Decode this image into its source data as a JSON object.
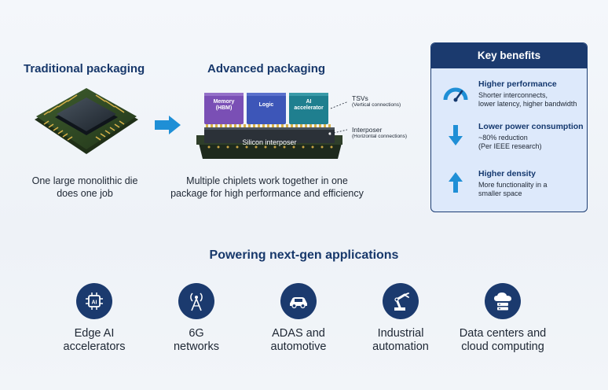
{
  "traditional": {
    "heading": "Traditional packaging",
    "caption_line1": "One large monolithic die",
    "caption_line2": "does one job"
  },
  "advanced": {
    "heading": "Advanced packaging",
    "caption_line1": "Multiple chiplets work together in one",
    "caption_line2": "package for high performance and efficiency",
    "chiplets": [
      {
        "line1": "Memory",
        "line2": "(HBM)",
        "color": "#7a4fb5"
      },
      {
        "line1": "Logic",
        "line2": "",
        "color": "#3d56b8"
      },
      {
        "line1": "AI",
        "line2": "accelerator",
        "color": "#1f7f8f"
      }
    ],
    "interposer_label": "Silicon interposer",
    "tsv_title": "TSVs",
    "tsv_sub": "(Vertical connections)",
    "interposer_title": "Interposer",
    "interposer_sub": "(Horizontal connections)"
  },
  "key_benefits": {
    "title": "Key benefits",
    "items": [
      {
        "title": "Higher performance",
        "desc1": "Shorter interconnects,",
        "desc2": "lower latency, higher bandwidth",
        "icon": "speedometer-icon"
      },
      {
        "title": "Lower power consumption",
        "desc1": "~80% reduction",
        "desc2": "(Per IEEE research)",
        "icon": "arrow-down-icon"
      },
      {
        "title": "Higher density",
        "desc1": "More functionality in a",
        "desc2": "smaller space",
        "icon": "arrow-up-icon"
      }
    ]
  },
  "applications": {
    "heading": "Powering next-gen applications",
    "items": [
      {
        "line1": "Edge AI",
        "line2": "accelerators",
        "icon": "ai-chip-icon"
      },
      {
        "line1": "6G",
        "line2": "networks",
        "icon": "antenna-tower-icon"
      },
      {
        "line1": "ADAS and",
        "line2": "automotive",
        "icon": "car-icon"
      },
      {
        "line1": "Industrial",
        "line2": "automation",
        "icon": "robot-arm-icon"
      },
      {
        "line1": "Data centers and",
        "line2": "cloud computing",
        "icon": "cloud-server-icon"
      }
    ]
  },
  "colors": {
    "navy": "#1b3a6e",
    "accent_blue": "#1f8fd6",
    "panel_bg": "#dde9fb"
  }
}
